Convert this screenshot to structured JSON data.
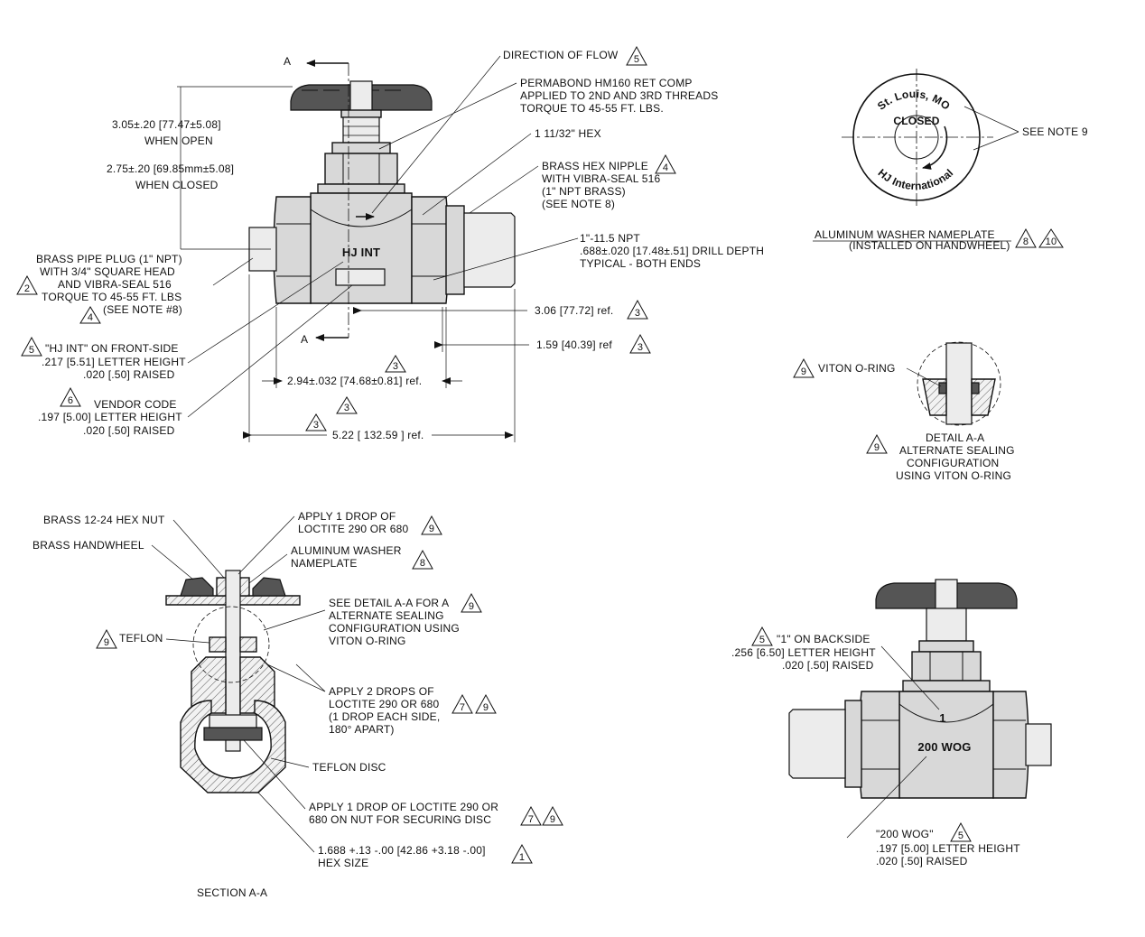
{
  "top_view": {
    "section_mark_top": "A",
    "section_mark_bottom": "A",
    "casting_front": "HJ INT",
    "direction_of_flow": "DIRECTION OF FLOW",
    "permabond_1": "PERMABOND HM160 RET COMP",
    "permabond_2": "APPLIED TO 2ND AND 3RD THREADS",
    "permabond_3": "TORQUE TO 45-55 FT. LBS.",
    "hex_size": "1 11/32\" HEX",
    "nipple_1": "BRASS HEX NIPPLE",
    "nipple_2": "WITH VIBRA-SEAL 516",
    "nipple_3": "(1\" NPT BRASS)",
    "nipple_4": "(SEE NOTE 8)",
    "open_dim": "3.05±.20 [77.47±5.08]",
    "open_label": "WHEN OPEN",
    "closed_dim": "2.75±.20 [69.85mm±5.08]",
    "closed_label": "WHEN CLOSED",
    "npt_1": "1\"-11.5 NPT",
    "npt_2": ".688±.020 [17.48±.51] DRILL DEPTH",
    "npt_3": "TYPICAL - BOTH ENDS",
    "plug_1": "BRASS PIPE PLUG (1\" NPT)",
    "plug_2": "WITH 3/4\" SQUARE HEAD",
    "plug_3": "AND VIBRA-SEAL 516",
    "plug_4": "TORQUE TO 45-55 FT. LBS",
    "plug_5": "(SEE NOTE #8)",
    "dim_306": "3.06 [77.72] ref.",
    "dim_159": "1.59 [40.39] ref",
    "hj_1": "\"HJ INT\" ON FRONT-SIDE",
    "hj_2": ".217 [5.51] LETTER HEIGHT",
    "hj_3": ".020 [.50] RAISED",
    "dim_294": "2.94±.032 [74.68±0.81] ref.",
    "vendor_1": "VENDOR CODE",
    "vendor_2": ".197 [5.00] LETTER HEIGHT",
    "vendor_3": ".020 [.50] RAISED",
    "dim_522": "5.22 [ 132.59 ] ref."
  },
  "nameplate": {
    "ring_top": "St. Louis, MO",
    "ring_bottom": "HJ International",
    "closed": "CLOSED",
    "see_note": "SEE NOTE 9",
    "title": "ALUMINUM WASHER NAMEPLATE",
    "subtitle": "(INSTALLED ON HANDWHEEL)"
  },
  "detail": {
    "oring": "VITON O-RING",
    "title_1": "DETAIL A-A",
    "title_2": "ALTERNATE SEALING",
    "title_3": "CONFIGURATION",
    "title_4": "USING VITON O-RING"
  },
  "section": {
    "hex_nut": "BRASS 12-24 HEX NUT",
    "handwheel": "BRASS HANDWHEEL",
    "loctite_1a": "APPLY 1 DROP OF",
    "loctite_1b": "LOCTITE 290 OR 680",
    "washer_1": "ALUMINUM WASHER",
    "washer_2": "NAMEPLATE",
    "see_detail_1": "SEE DETAIL A-A FOR A",
    "see_detail_2": "ALTERNATE SEALING",
    "see_detail_3": "CONFIGURATION USING",
    "see_detail_4": "VITON O-RING",
    "teflon": "TEFLON",
    "loctite_2a": "APPLY 2 DROPS OF",
    "loctite_2b": "LOCTITE 290 OR 680",
    "loctite_2c": "(1 DROP EACH SIDE,",
    "loctite_2d": "180° APART)",
    "teflon_disc": "TEFLON DISC",
    "loctite_3a": "APPLY 1 DROP OF LOCTITE 290 OR",
    "loctite_3b": "680 ON NUT FOR SECURING DISC",
    "hex_1": "1.688 +.13 -.00 [42.86 +3.18 -.00]",
    "hex_2": "HEX SIZE",
    "title": "SECTION A-A"
  },
  "back_view": {
    "back_1": "\"1\" ON BACKSIDE",
    "back_2": ".256 [6.50] LETTER HEIGHT",
    "back_3": ".020 [.50] RAISED",
    "mark_1": "1",
    "mark_wog": "200 WOG",
    "wog_1": "\"200 WOG\"",
    "wog_2": ".197 [5.00] LETTER HEIGHT",
    "wog_3": ".020 [.50] RAISED"
  },
  "notes": {
    "n1": "1",
    "n2": "2",
    "n3": "3",
    "n4": "4",
    "n5": "5",
    "n6": "6",
    "n7": "7",
    "n8": "8",
    "n9": "9",
    "n10": "10"
  }
}
